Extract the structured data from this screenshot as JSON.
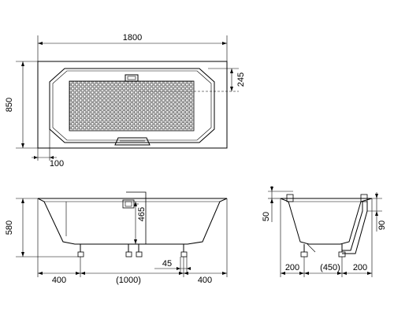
{
  "top_view": {
    "length": "1800",
    "width": "850",
    "drain_offset": "245",
    "rim": "100"
  },
  "front_view": {
    "height": "580",
    "depth": "465",
    "left_overhang": "400",
    "leg_spacing": "(1000)",
    "right_overhang": "400",
    "foot_width": "45"
  },
  "side_view": {
    "rim_height": "50",
    "waste_height": "90",
    "left_overhang": "200",
    "leg_spacing": "(450)",
    "right_overhang": "200"
  }
}
